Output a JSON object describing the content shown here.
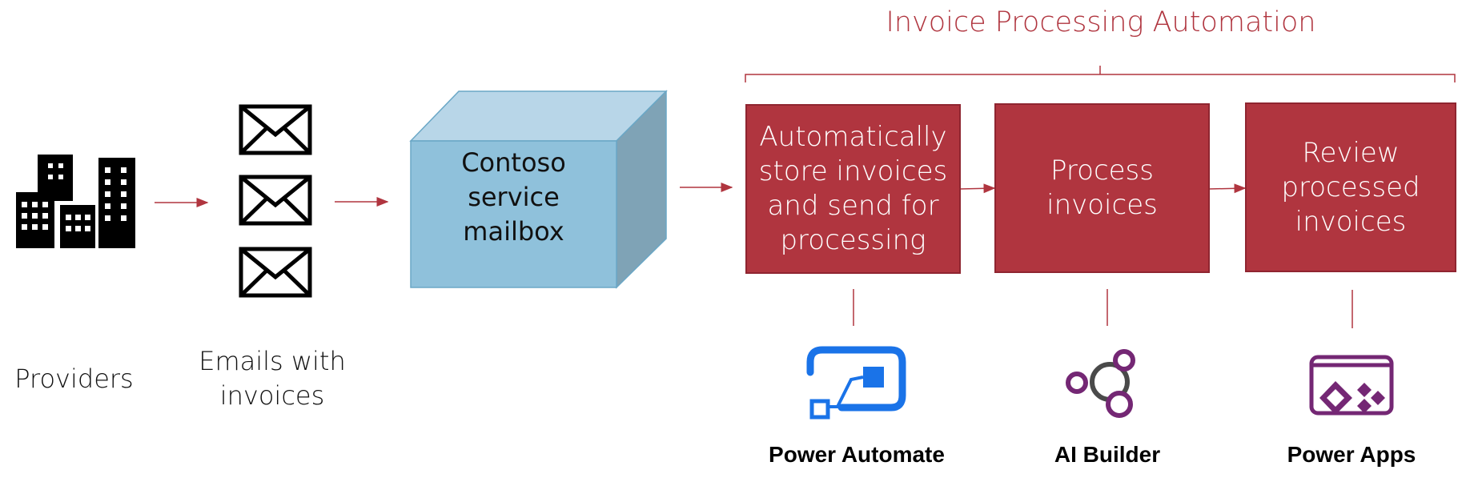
{
  "title": "Invoice Processing Automation",
  "providers_label": "Providers",
  "emails_label": "Emails with\ninvoices",
  "mailbox_label": "Contoso\nservice\nmailbox",
  "steps": [
    {
      "label": "Automatically\nstore invoices\nand send for\nprocessing",
      "product": "Power Automate",
      "icon": "power-automate-icon"
    },
    {
      "label": "Process\ninvoices",
      "product": "AI Builder",
      "icon": "ai-builder-icon"
    },
    {
      "label": "Review\nprocessed\ninvoices",
      "product": "Power Apps",
      "icon": "power-apps-icon"
    }
  ],
  "colors": {
    "accent": "#b0353f",
    "box_fill": "#b0353f",
    "box_border": "#8f2530",
    "cube_front": "#8fc1db",
    "cube_top": "#b8d6e8",
    "cube_side": "#7fa3b6",
    "power_automate": "#1a73e8",
    "ai_builder": "#742774",
    "power_apps": "#742774"
  }
}
